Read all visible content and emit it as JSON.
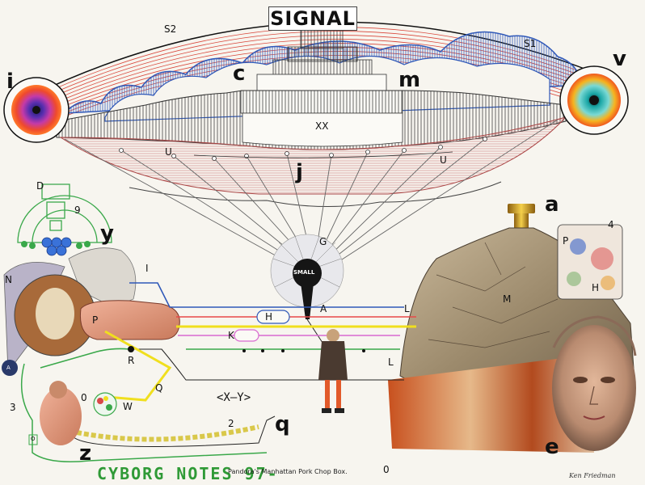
{
  "banner": {
    "title": "SIGNAL"
  },
  "footer": {
    "title": "CYBORG NOTES 97-",
    "caption": "Pandora's Manhattan Pork Chop Box.",
    "signature": "Ken Friedman"
  },
  "labels": {
    "s2": "S2",
    "s1": "S1",
    "i": "i",
    "v": "v",
    "c": "c",
    "m": "m",
    "xx": "XX",
    "u_left": "U",
    "u_right": "U",
    "j": "j",
    "g": "G",
    "small": "SMALL",
    "a_top": "a",
    "four": "4",
    "p_right": "P",
    "h_right": "H",
    "m_rock": "M",
    "d": "D",
    "nine": "9",
    "y": "y",
    "n": "N",
    "i_lower": "I",
    "p_left": "P",
    "h_line": "H",
    "a_line": "A",
    "l_top": "L",
    "k": "K",
    "r": "R",
    "l_bottom": "L",
    "a_left": "A",
    "q_yellow": "Q",
    "xy": "<X—Y>",
    "c_girl": "c",
    "q_big": "q",
    "two": "2",
    "three": "3",
    "zero_small": "0",
    "w": "W",
    "o_box": "O",
    "z": "z",
    "e": "e",
    "zero_bottom": "0"
  },
  "colors": {
    "red_rays": "#d9463a",
    "blue_cloud": "#2f58b8",
    "yellow_line": "#f0df1e",
    "green_line": "#3aa84a",
    "gold": "#d8a21c",
    "footer_green": "#2f9a36"
  },
  "icons": [
    "target-eye-left-icon",
    "target-eye-right-icon",
    "dandelion-icon",
    "gold-knob-icon"
  ]
}
